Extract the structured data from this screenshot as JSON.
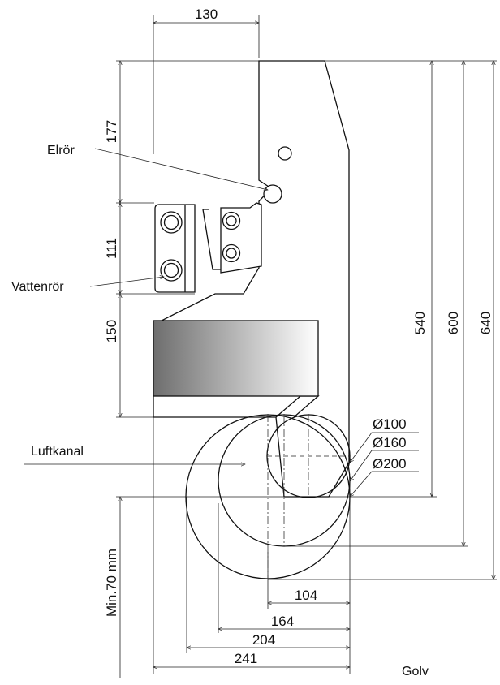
{
  "labels": {
    "electrical_conduit": "Elrör",
    "water_pipes": "Vattenrör",
    "air_duct": "Luftkanal",
    "floor": "Golv"
  },
  "dimensions": {
    "top_width": "130",
    "seg_177": "177",
    "seg_111": "111",
    "seg_150": "150",
    "h_540": "540",
    "h_600": "600",
    "h_640": "640",
    "w_104": "104",
    "w_164": "164",
    "w_204": "204",
    "w_241": "241",
    "min_clearance": "Min.70 mm"
  },
  "diameters": {
    "d100": "Ø100",
    "d160": "Ø160",
    "d200": "Ø200"
  },
  "colors": {
    "line": "#111111",
    "gradient_dark": "#6e6e6e",
    "gradient_light": "#ffffff"
  }
}
